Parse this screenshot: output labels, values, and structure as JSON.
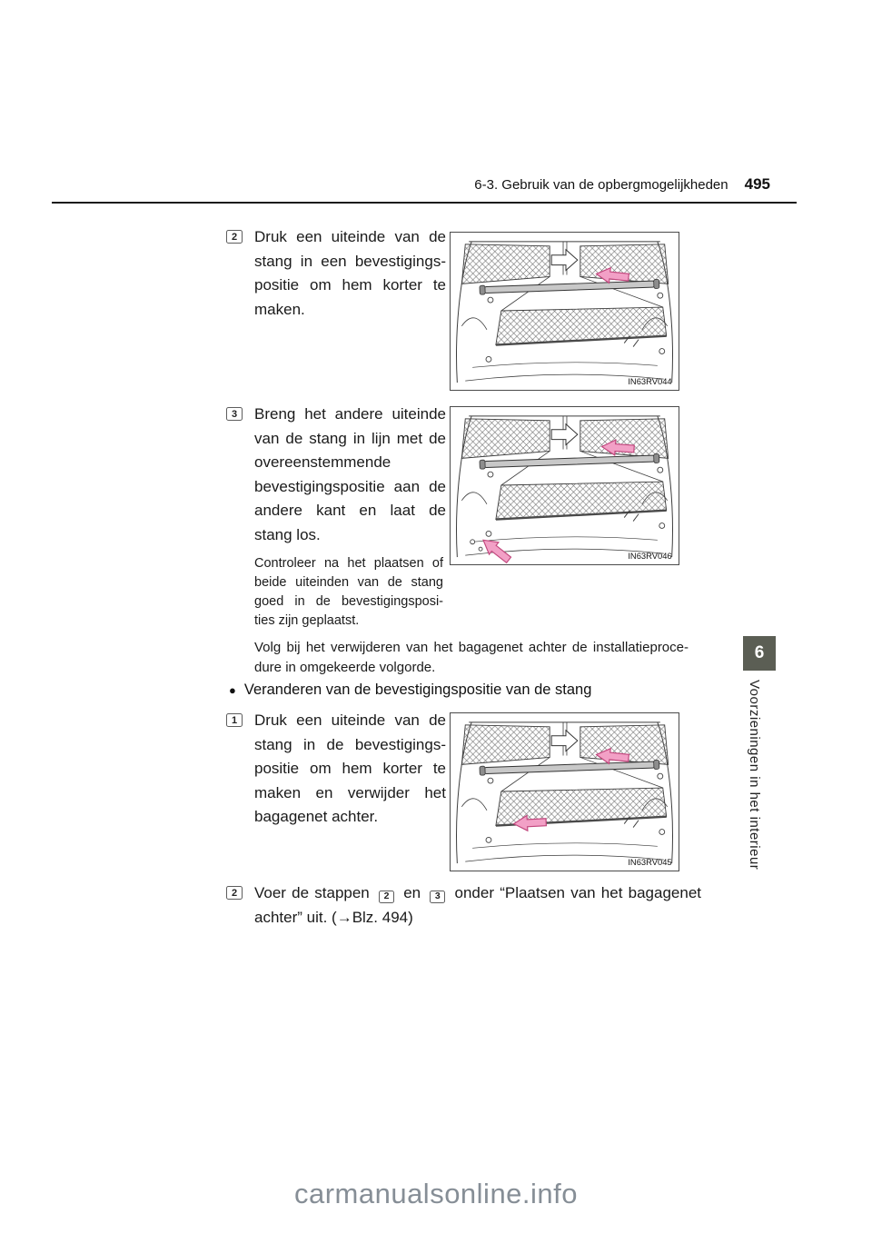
{
  "header": {
    "section_title": "6-3. Gebruik van de opbergmogelijkheden",
    "page_number": "495"
  },
  "sidebar": {
    "chapter_number": "6",
    "chapter_title": "Voorzieningen in het interieur"
  },
  "content": {
    "bullet": "●",
    "bullet_heading": "Veranderen van de bevestigingspositie van de stang",
    "removal_note_lines": [
      "Volg bij het verwijderen van het bagagenet achter de installatieproce-",
      "dure in omgekeerde volgorde."
    ]
  },
  "steps": {
    "place2": {
      "number": "2",
      "lines": [
        "Druk een uiteinde van de",
        "stang in een bevestigings-",
        "positie om hem korter te",
        "maken."
      ]
    },
    "place3": {
      "number": "3",
      "lines": [
        "Breng het andere uiteinde",
        "van de stang in lijn met de",
        "overeenstemmende",
        "bevestigingspositie aan de",
        "andere kant en laat de",
        "stang los."
      ],
      "note_lines": [
        "Controleer na het plaatsen of",
        "beide uiteinden van de stang",
        "goed in de bevestigingsposi-",
        "ties zijn geplaatst."
      ]
    },
    "change1": {
      "number": "1",
      "lines": [
        "Druk een uiteinde van de",
        "stang in de bevestigings-",
        "positie om hem korter te",
        "maken en verwijder het",
        "bagagenet achter."
      ]
    },
    "change2": {
      "number": "2",
      "part1": "Voer de stappen",
      "ref1": "2",
      "part2": "en",
      "ref2": "3",
      "part3": "onder “Plaatsen van het bagagenet achter” uit. (→Blz. 494)"
    }
  },
  "figures": [
    {
      "code": "IN63RV044"
    },
    {
      "code": "IN63RV046"
    },
    {
      "code": "IN63RV045"
    }
  ],
  "watermark": "carmanualsonline.info"
}
